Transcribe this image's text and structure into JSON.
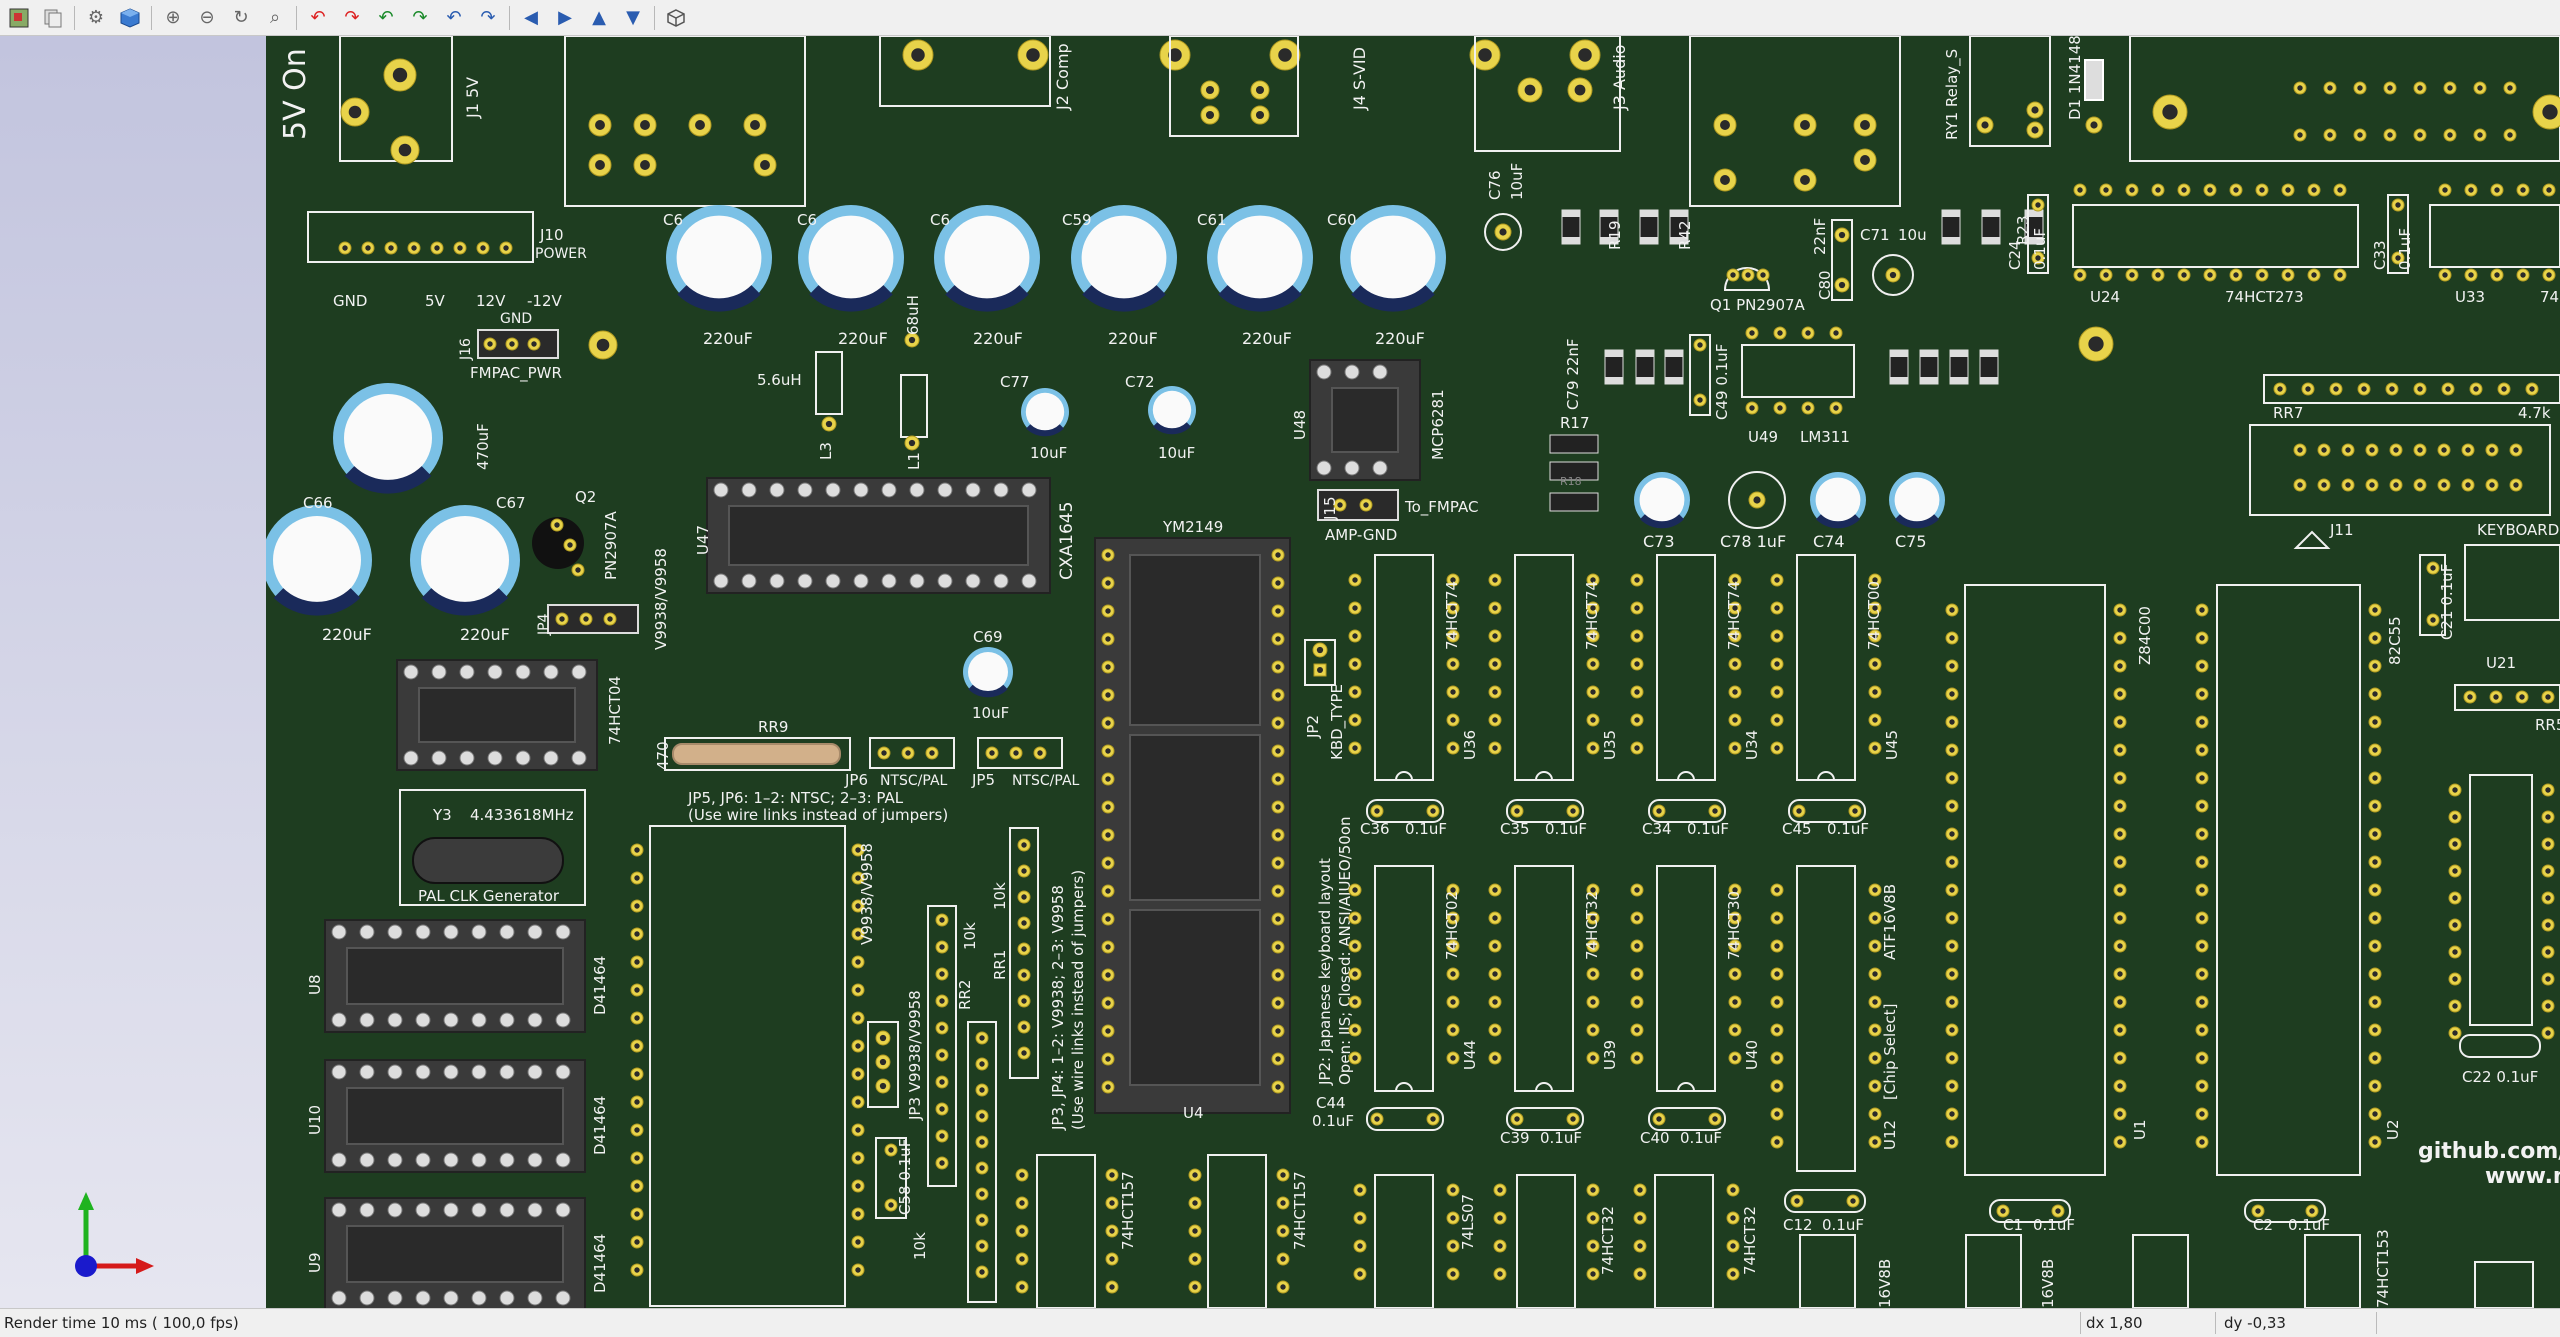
{
  "toolbar": {
    "icons": [
      "render-icon",
      "copy-icon",
      "settings-icon",
      "3d-box-icon",
      "zoom-in-icon",
      "zoom-out-icon",
      "refresh-icon",
      "zoom-fit-icon",
      "rotate-x-cw-icon",
      "rotate-x-ccw-icon",
      "rotate-y-cw-icon",
      "rotate-y-ccw-icon",
      "rotate-z-cw-icon",
      "rotate-z-ccw-icon",
      "move-left-icon",
      "move-right-icon",
      "move-up-icon",
      "move-down-icon",
      "ortho-view-icon"
    ]
  },
  "status": {
    "render_time": "Render time 10 ms ( 100,0 fps)",
    "dx": "dx 1,80",
    "dy": "dy -0,33"
  },
  "board": {
    "texts": {
      "t_5von": "5V On",
      "t_j1": "J1 5V",
      "t_j2": "J2 Comp",
      "t_j4": "J4 S-VID",
      "t_j3": "J3 Audio",
      "t_ry1": "RY1 Relay_S",
      "t_d1": "D1 1N4148",
      "t_j10": "J10",
      "t_power": "POWER",
      "t_gnd": "GND",
      "t_5v": "5V",
      "t_12v": "12V",
      "t_m12v": "-12V",
      "t_gnd2": "GND",
      "t_j16": "J16",
      "t_fmpacpwr": "FMPAC_PWR",
      "t_c6x1": "C6",
      "t_c6x2": "C6",
      "t_c6x3": "C6",
      "t_c59": "C59",
      "t_c61": "C61",
      "t_c60": "C60",
      "t_c76": "C76",
      "t_10uf_c76": "10uF",
      "t_r19": "R19",
      "t_r42": "R42",
      "t_c80": "C80",
      "t_22nf": "22nF",
      "t_c71": "C71",
      "t_10u": "10u",
      "t_r23": "R23",
      "t_c24": "C24",
      "t_c24v": "0.1uF",
      "t_c33": "C33",
      "t_c33v": "0.1uF",
      "t_u24": "U24",
      "t_74hct273": "74HCT273",
      "t_u33": "U33",
      "t_74x": "74",
      "t_q1": "Q1 PN2907A",
      "t_220a": "220uF",
      "t_220b": "220uF",
      "t_220c": "220uF",
      "t_220d": "220uF",
      "t_220e": "220uF",
      "t_220f": "220uF",
      "t_56uh": "5.6uH",
      "t_68uh": "68uH",
      "t_c77": "C77",
      "t_c72": "C72",
      "t_10uf_a": "10uF",
      "t_10uf_b": "10uF",
      "t_l3": "L3",
      "t_l1": "L1",
      "t_u48": "U48",
      "t_mcp": "MCP6281",
      "t_c79": "C79 22nF",
      "t_c49": "C49 0.1uF",
      "t_u49": "U49",
      "t_lm311": "LM311",
      "t_r17": "R17",
      "t_r18": "R18",
      "t_rr7": "RR7",
      "t_47k": "4.7k",
      "t_470uf": "470uF",
      "t_c66": "C66",
      "t_c67": "C67",
      "t_q2": "Q2",
      "t_pn2907a": "PN2907A",
      "t_220g": "220uF",
      "t_220h": "220uF",
      "t_u47": "U47",
      "t_cxa": "CXA1645",
      "t_j15": "J15",
      "t_tofmpac": "To_FMPAC",
      "t_ampgnd": "AMP-GND",
      "t_c73": "C73",
      "t_c78": "C78 1uF",
      "t_c74": "C74",
      "t_c75": "C75",
      "t_j11": "J11",
      "t_keyboard": "KEYBOARD",
      "t_jp4": "JP4",
      "t_v9938": "V9938/V9958",
      "t_ym2149": "YM2149",
      "t_c69": "C69",
      "t_10uf_c": "10uF",
      "t_74hct04": "74HCT04",
      "t_u47b": "U47",
      "t_rr9": "RR9",
      "t_470": "470",
      "t_jp6": "JP6",
      "t_ntscpal1": "NTSC/PAL",
      "t_jp5": "JP5",
      "t_ntscpal2": "NTSC/PAL",
      "t_jp5note1": "JP5, JP6: 1–2: NTSC; 2–3: PAL",
      "t_jp5note2": "(Use wire links instead of jumpers)",
      "t_jp2": "JP2",
      "t_kbdtype": "KBD_TYPE",
      "t_74hct74a": "74HCT74",
      "t_74hct74b": "74HCT74",
      "t_74hct74c": "74HCT74",
      "t_74hct00": "74HCT00",
      "t_u36": "U36",
      "t_u35": "U35",
      "t_u34": "U34",
      "t_u45": "U45",
      "t_z84c00": "Z84C00",
      "t_82c55": "82C55",
      "t_c21": "C21 0.1uF",
      "t_u21": "U21",
      "t_rr5": "RR5",
      "t_y3": "Y3",
      "t_freq": "4.433618MHz",
      "t_palclk": "PAL CLK Generator",
      "t_c36": "C36",
      "t_c36v": "0.1uF",
      "t_c35": "C35",
      "t_c35v": "0.1uF",
      "t_c34": "C34",
      "t_c34v": "0.1uF",
      "t_c45": "C45",
      "t_c45v": "0.1uF",
      "t_v9938b": "V9938/V9958",
      "t_u8": "U8",
      "t_d41464a": "D41464",
      "t_jp3": "JP3 V9938/V9958",
      "t_rr2": "RR2",
      "t_10ka": "10k",
      "t_rr1": "RR1",
      "t_10kb": "10k",
      "t_jp34note": "JP3, JP4: 1–2: V9938; 2–3: V9958",
      "t_jp34note2": "(Use wire links instead of jumpers)",
      "t_jp2note": "JP2: Japanese keyboard layout",
      "t_jp2note2": "Open: JIS; Closed: ANSI/AIUEO/50on",
      "t_74hct02": "74HCT02",
      "t_74hct32a": "74HCT32",
      "t_74hct30": "74HCT30",
      "t_atf16v8": "ATF16V8B",
      "t_chipsel": "[Chip Select]",
      "t_u44": "U44",
      "t_u39": "U39",
      "t_u40": "U40",
      "t_u12": "U12",
      "t_u1": "U1",
      "t_u2": "U2",
      "t_u10": "U10",
      "t_d41464b": "D41464",
      "t_u4": "U4",
      "t_c44": "C44",
      "t_c44v": "0.1uF",
      "t_c39": "C39",
      "t_c39v": "0.1uF",
      "t_c40": "C40",
      "t_c40v": "0.1uF",
      "t_github": "github.com/",
      "t_www": "www.m",
      "t_c22": "C22 0.1uF",
      "t_u9": "U9",
      "t_d41464c": "D41464",
      "t_c58": "C58 0.1uF",
      "t_10kc": "10k",
      "t_74hct157a": "74HCT157",
      "t_74hct157b": "74HCT157",
      "t_74ls07": "74LS07",
      "t_74hct32b": "74HCT32",
      "t_74hct32c": "74HCT32",
      "t_c12": "C12",
      "t_c12v": "0.1uF",
      "t_c1": "C1",
      "t_c1v": "0.1uF",
      "t_c2": "C2",
      "t_c2v": "0.1uF",
      "t_16v8a": "16V8B",
      "t_16v8b": "16V8B",
      "t_74hct153": "74HCT153"
    }
  }
}
